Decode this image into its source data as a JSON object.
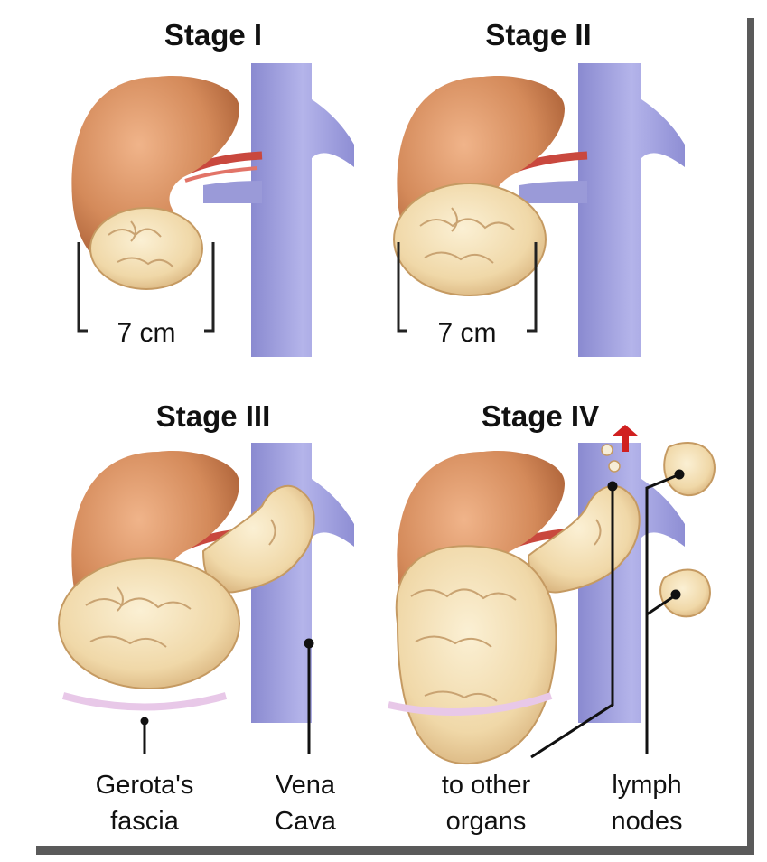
{
  "stages": [
    {
      "title": "Stage I",
      "measure": "7 cm"
    },
    {
      "title": "Stage II",
      "measure": "7 cm"
    },
    {
      "title": "Stage III"
    },
    {
      "title": "Stage IV"
    }
  ],
  "labels": {
    "gerota": [
      "Gerota's",
      "fascia"
    ],
    "vena": [
      "Vena",
      "Cava"
    ],
    "organs": [
      "to other",
      "organs"
    ],
    "lymph": [
      "lymph",
      "nodes"
    ]
  },
  "colors": {
    "kidney": "#d48a5a",
    "tumor": "#f3dfb2",
    "vein": "#9a9ad8",
    "artery": "#c9483e",
    "shadow": "#5a5a5a",
    "arrow": "#d02020"
  }
}
